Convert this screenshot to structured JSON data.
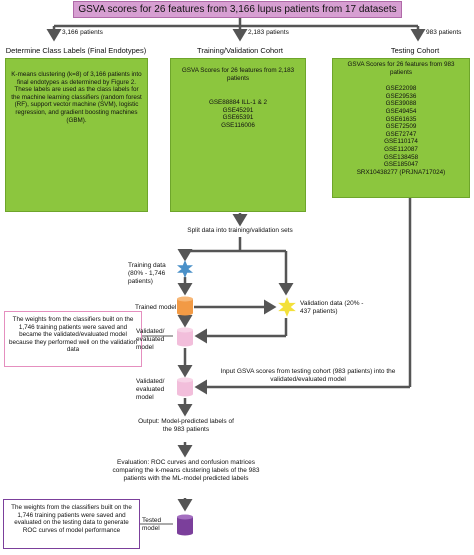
{
  "title": "GSVA scores for 26 features from 3,166 lupus patients from 17 datasets",
  "branch_labels": {
    "left": "3,166 patients",
    "middle": "2,183 patients",
    "right": "983 patients"
  },
  "left_column": {
    "heading": "Determine Class Labels (Final Endotypes)",
    "box_text": "K-means clustering (k=8) of 3,166 patients into final endotypes as determined by Figure 2. These labels are used as the class labels for the machine learning classifiers (random forest (RF), support vector machine (SVM), logistic regression, and gradient boosting machines (GBM)."
  },
  "middle_column": {
    "heading": "Training/Validation Cohort",
    "box_title": "GSVA Scores for 26 features from 2,183 patients",
    "datasets": [
      "GSE88884 ILL-1 & 2",
      "GSE45291",
      "GSE65391",
      "GSE116006"
    ]
  },
  "right_column": {
    "heading": "Testing Cohort",
    "box_title": "GSVA Scores for 26 features from 983 patients",
    "datasets": [
      "GSE22098",
      "GSE29536",
      "GSE39088",
      "GSE49454",
      "GSE61635",
      "GSE72509",
      "GSE72747",
      "GSE110174",
      "GSE112087",
      "GSE138458",
      "GSE185047",
      "SRX10438277 (PRJNA717024)"
    ]
  },
  "flow": {
    "split": "Split data into training/validation sets",
    "training_data": "Training data (80% - 1,746 patients)",
    "validation_data": "Validation data (20% - 437 patients)",
    "trained_model": "Trained model",
    "validated_model_1": "Validated/ evaluated model",
    "validated_model_2": "Validated/ evaluated model",
    "input_testing": "Input GSVA scores from testing cohort (983 patients) into the validated/evaluated model",
    "output": "Output: Model-predicted labels of the 983 patients",
    "evaluation": "Evaluation: ROC curves and confusion matrices comparing the k-means clustering labels of the 983 patients with the ML-model predicted labels",
    "tested_model": "Tested model"
  },
  "notes": {
    "pink": "The weights from the classifiers built on the 1,746 training patients were saved and became the validated/evaluated model because they performed well on the validation data",
    "purple": "The weights from the classifiers built on the 1,746 training patients were saved and evaluated on the testing data to generate ROC curves of model performance"
  },
  "colors": {
    "title_fill": "#d79fd2",
    "cohort_box": "#8cc63e",
    "arrow": "#555555",
    "training_star": "#4a90c8",
    "validation_star": "#f3e03a",
    "trained_cylinder": "#f29a45",
    "validated_cylinder": "#f2bedb",
    "tested_cylinder": "#7b3f9b",
    "pink_note_border": "#e58fbf",
    "purple_note_border": "#7b3f9b"
  }
}
